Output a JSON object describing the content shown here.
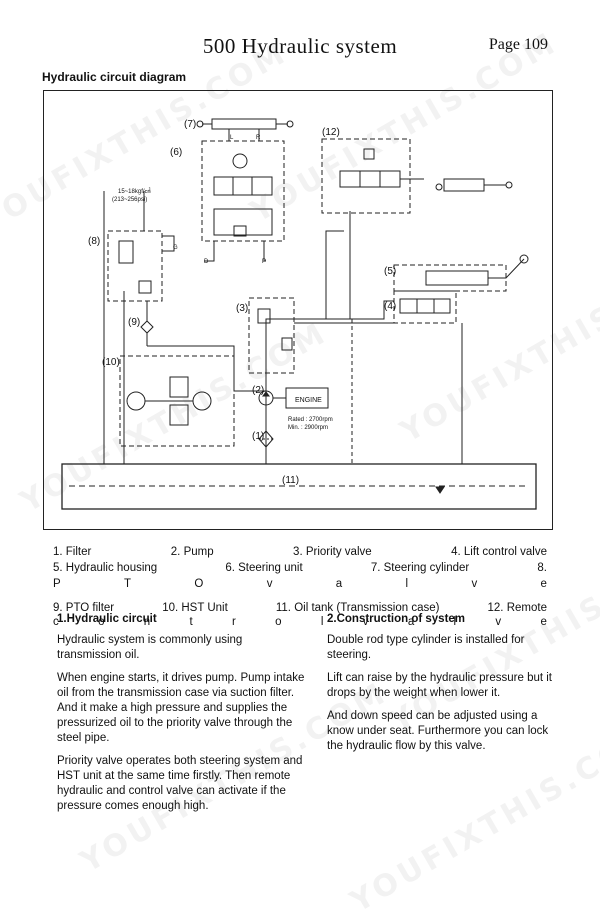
{
  "header": {
    "title": "500  Hydraulic system",
    "page": "Page 109"
  },
  "section_heading": "Hydraulic circuit diagram",
  "diagram": {
    "callouts": {
      "c1": "(1)",
      "c2": "(2)",
      "c3": "(3)",
      "c4": "(4)",
      "c5": "(5)",
      "c6": "(6)",
      "c7": "(7)",
      "c8": "(8)",
      "c9": "(9)",
      "c10": "(10)",
      "c11": "(11)",
      "c12": "(12)"
    },
    "engine_label": "ENGINE",
    "rated_label": "Rated : 2700rpm",
    "min_label": "Min.   : 2900rpm",
    "pressure_label": "15~18kgf/㎠",
    "pressure_psi": "(213~256psi)",
    "port_l": "L",
    "port_r": "R",
    "port_d": "D",
    "port_p": "P",
    "port_g": "G"
  },
  "legend": {
    "row1": [
      "1. Filter",
      "2. Pump",
      "3. Priority valve",
      "4. Lift control valve"
    ],
    "row2": [
      "5. Hydraulic housing",
      "6. Steering unit",
      "7. Steering cylinder",
      "8."
    ],
    "row3": [
      "P",
      "T",
      "O",
      "v",
      "a",
      "l",
      "v",
      "e"
    ],
    "row4": [
      "9. PTO filter",
      "10. HST Unit",
      "11. Oil tank (Transmission case)",
      "12. Remote"
    ],
    "row5": [
      "c",
      "o",
      "n",
      "t",
      "r",
      "o",
      "l",
      "v",
      "a",
      "l",
      "v",
      "e"
    ]
  },
  "left_column": {
    "heading": "1.Hydraulic circuit",
    "p1": "Hydraulic system is commonly using transmission oil.",
    "p2": "When engine starts, it drives pump. Pump intake oil from the transmission case via suction filter.  And it make a high pressure and supplies the pressurized oil to the priority valve through the steel pipe.",
    "p3": "Priority valve operates both steering system and HST unit at the same time firstly.  Then remote hydraulic and control valve can activate if the pressure comes enough high."
  },
  "right_column": {
    "heading": "2.Construction of system",
    "p1": "Double rod type cylinder is installed for steering.",
    "p2": "Lift can raise by the hydraulic pressure but it drops by the weight when lower it.",
    "p3": "And down speed can be adjusted using a know under seat.  Furthermore you can lock the hydraulic flow by this valve."
  },
  "watermark_text": "YOUFIXTHIS.COM"
}
